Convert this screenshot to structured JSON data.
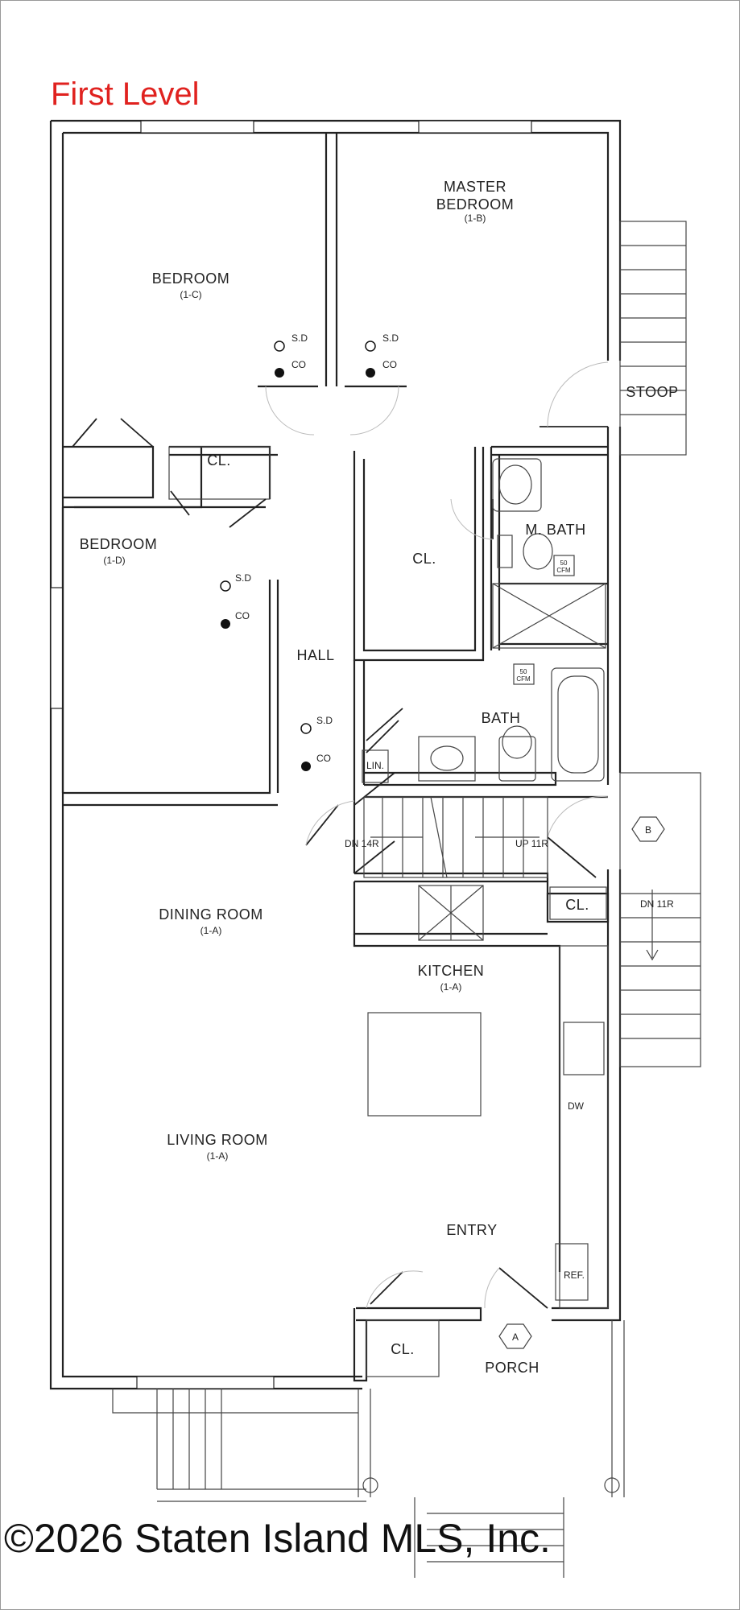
{
  "title": "First Level",
  "copyright": "©2026 Staten Island MLS, Inc.",
  "rooms": {
    "master_bedroom": {
      "line1": "MASTER",
      "line2": "BEDROOM",
      "code": "(1-B)"
    },
    "bedroom_c": {
      "name": "BEDROOM",
      "code": "(1-C)"
    },
    "bedroom_d": {
      "name": "BEDROOM",
      "code": "(1-D)"
    },
    "stoop": "STOOP",
    "closet_top": "CL.",
    "closet_hall": "CL.",
    "m_bath": "M. BATH",
    "hall": "HALL",
    "bath": "BATH",
    "linen": "LIN.",
    "dining_room": {
      "name": "DINING ROOM",
      "code": "(1-A)"
    },
    "kitchen": {
      "name": "KITCHEN",
      "code": "(1-A)"
    },
    "living_room": {
      "name": "LIVING ROOM",
      "code": "(1-A)"
    },
    "entry": "ENTRY",
    "closet_stair": "CL.",
    "closet_entry": "CL.",
    "porch": "PORCH"
  },
  "fixtures": {
    "smoke_detector": "S.D",
    "co_detector": "CO",
    "fan_rating_line1": "50",
    "fan_rating_line2": "CFM",
    "dishwasher": "DW",
    "refrigerator": "REF."
  },
  "stairs": {
    "down_left": "DN 14R",
    "up": "UP 11R",
    "down_exterior": "DN 11R"
  },
  "markers": {
    "a": "A",
    "b": "B"
  }
}
